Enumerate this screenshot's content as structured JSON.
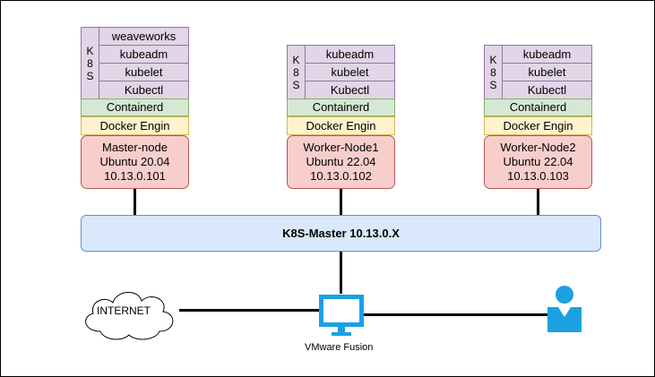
{
  "nodes": [
    {
      "k8s_letters": [
        "K",
        "8",
        "S"
      ],
      "stack": [
        "weaveworks",
        "kubeadm",
        "kubelet",
        "Kubectl"
      ],
      "runtime": "Containerd",
      "docker": "Docker Engin",
      "host": [
        "Master-node",
        "Ubuntu 20.04",
        "10.13.0.101"
      ]
    },
    {
      "k8s_letters": [
        "K",
        "8",
        "S"
      ],
      "stack": [
        "kubeadm",
        "kubelet",
        "Kubectl"
      ],
      "runtime": "Containerd",
      "docker": "Docker Engin",
      "host": [
        "Worker-Node1",
        "Ubuntu 22.04",
        "10.13.0.102"
      ]
    },
    {
      "k8s_letters": [
        "K",
        "8",
        "S"
      ],
      "stack": [
        "kubeadm",
        "kubelet",
        "Kubectl"
      ],
      "runtime": "Containerd",
      "docker": "Docker Engin",
      "host": [
        "Worker-Node2",
        "Ubuntu 22.04",
        "10.13.0.103"
      ]
    }
  ],
  "network": {
    "label": "K8S-Master 10.13.0.X"
  },
  "internet": {
    "label": "INTERNET",
    "icon": "cloud-icon"
  },
  "vmware": {
    "label": "VMware Fusion",
    "icon": "monitor-icon",
    "color": "#1ba1e2"
  },
  "user": {
    "icon": "user-icon",
    "color": "#1ba1e2"
  },
  "colors": {
    "purple_fill": "#e1d5e7",
    "purple_stroke": "#9673a6",
    "green_fill": "#d5e8d4",
    "green_stroke": "#82b366",
    "yellow_fill": "#fff2cc",
    "yellow_stroke": "#d6b656",
    "red_fill": "#f8cecc",
    "red_stroke": "#b85450",
    "blue_fill": "#dae8fc",
    "blue_stroke": "#6c8ebf"
  }
}
